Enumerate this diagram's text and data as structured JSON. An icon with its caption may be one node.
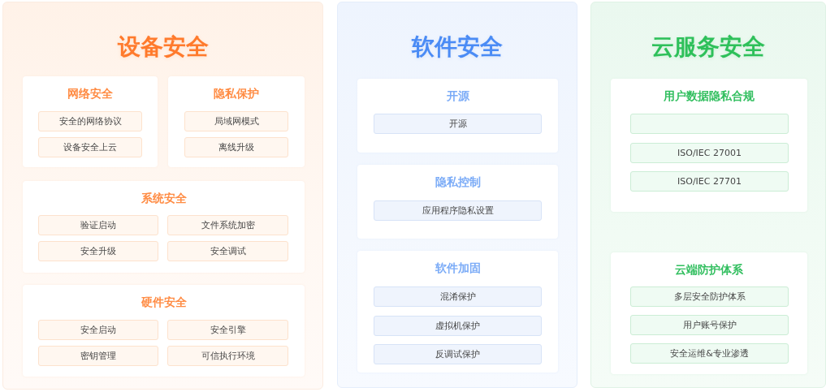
{
  "diagram": {
    "nodes": [
      {
        "text": [
          "设备安全"
        ]
      },
      {
        "text": [
          "网络安全"
        ],
        "in": 0
      },
      {
        "text": [
          "安全的网络协议"
        ],
        "in": 1
      },
      {
        "text": [
          "设备安全上云"
        ],
        "in": 1
      },
      {
        "text": [
          "隐私保护"
        ],
        "in": 0
      },
      {
        "text": [
          "局域网模式"
        ],
        "in": 4
      },
      {
        "text": [
          "离线升级"
        ],
        "in": 4
      },
      {
        "text": [
          "系统安全"
        ],
        "in": 0
      },
      {
        "text": [
          "验证启动"
        ],
        "in": 7
      },
      {
        "text": [
          "文件系统加密"
        ],
        "in": 7
      },
      {
        "text": [
          "安全升级"
        ],
        "in": 7
      },
      {
        "text": [
          "安全调试"
        ],
        "in": 7
      },
      {
        "text": [
          "硬件安全"
        ],
        "in": 0
      },
      {
        "text": [
          "安全启动"
        ],
        "in": 12
      },
      {
        "text": [
          "安全引擎"
        ],
        "in": 12
      },
      {
        "text": [
          "密钥管理"
        ],
        "in": 12
      },
      {
        "text": [
          "可信执行环境"
        ],
        "in": 12
      },
      {
        "text": [
          "软件安全"
        ]
      },
      {
        "text": [
          "开源"
        ],
        "in": 17
      },
      {
        "text": [
          "开源"
        ],
        "in": 18
      },
      {
        "text": [
          "隐私控制"
        ],
        "in": 17
      },
      {
        "text": [
          "应用程序隐私设置"
        ],
        "in": 20
      },
      {
        "text": [
          "软件加固"
        ],
        "in": 17
      },
      {
        "text": [
          "混淆保护"
        ],
        "in": 22
      },
      {
        "text": [
          "虚拟机保护"
        ],
        "in": 22
      },
      {
        "text": [
          "反调试保护"
        ],
        "in": 22
      },
      {
        "text": [
          "云服务安全"
        ]
      },
      {
        "text": [
          "用户数据隐私合规"
        ],
        "in": 26
      },
      {
        "text": [],
        "shape": "box",
        "in": 27
      },
      {
        "text": [
          "ISO/IEC 27001"
        ],
        "in": 27
      },
      {
        "text": [
          "ISO/IEC 27701"
        ],
        "in": 27
      },
      {
        "text": [
          "云端防护体系"
        ],
        "in": 26
      },
      {
        "text": [
          "多层安全防护体系"
        ],
        "in": 31
      },
      {
        "text": [
          "用户账号保护"
        ],
        "in": 31
      },
      {
        "text": [
          "安全运维&专业渗透"
        ],
        "in": 31
      }
    ]
  }
}
